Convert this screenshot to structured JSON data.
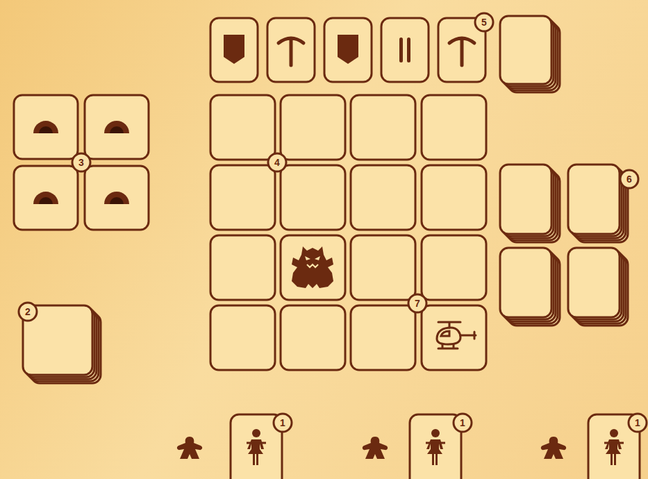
{
  "diagram": {
    "labels": [
      "5",
      "3",
      "4",
      "6",
      "7",
      "2",
      "1",
      "1",
      "1"
    ]
  }
}
